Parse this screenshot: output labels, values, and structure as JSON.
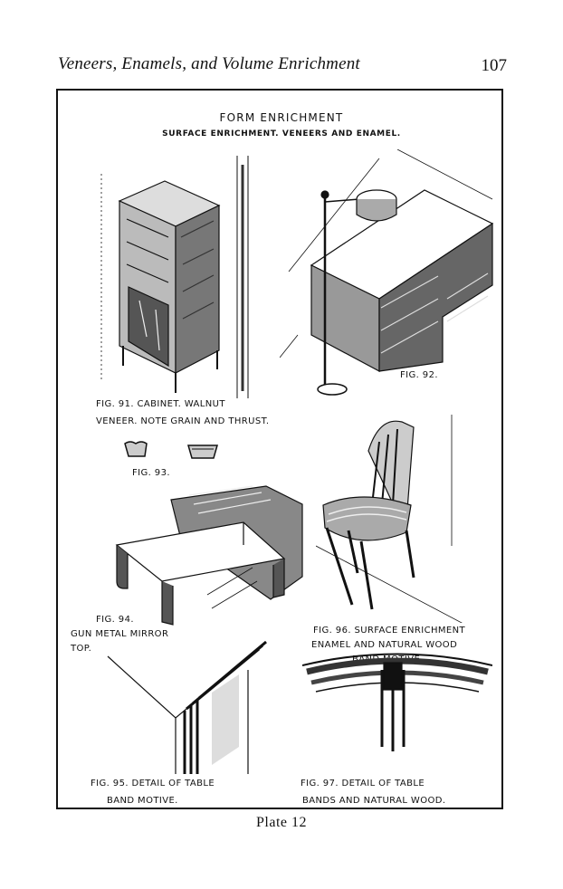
{
  "running_head": "Veneers, Enamels, and Volume Enrichment",
  "page_number": "107",
  "plate": {
    "title": "Form Enrichment",
    "subtitle": "Surface enrichment. Veneers and enamel.",
    "captions": {
      "fig91_line1": "Fig. 91. Cabinet. Walnut",
      "fig91_line2": "Veneer. Note grain and thrust.",
      "fig92": "Fig. 92.",
      "fig93": "Fig. 93.",
      "fig94_line1": "Fig. 94.",
      "fig94_line2": "Gun metal mirror",
      "fig94_line3": "top.",
      "fig96_line1": "Fig. 96. Surface enrichment",
      "fig96_line2": "Enamel and natural wood",
      "fig96_line3": "band motive.",
      "fig95_line1": "Fig. 95. Detail of table",
      "fig95_line2": "band motive.",
      "fig97_line1": "Fig. 97. Detail of table",
      "fig97_line2": "bands and natural wood."
    }
  },
  "plate_caption": "Plate 12"
}
